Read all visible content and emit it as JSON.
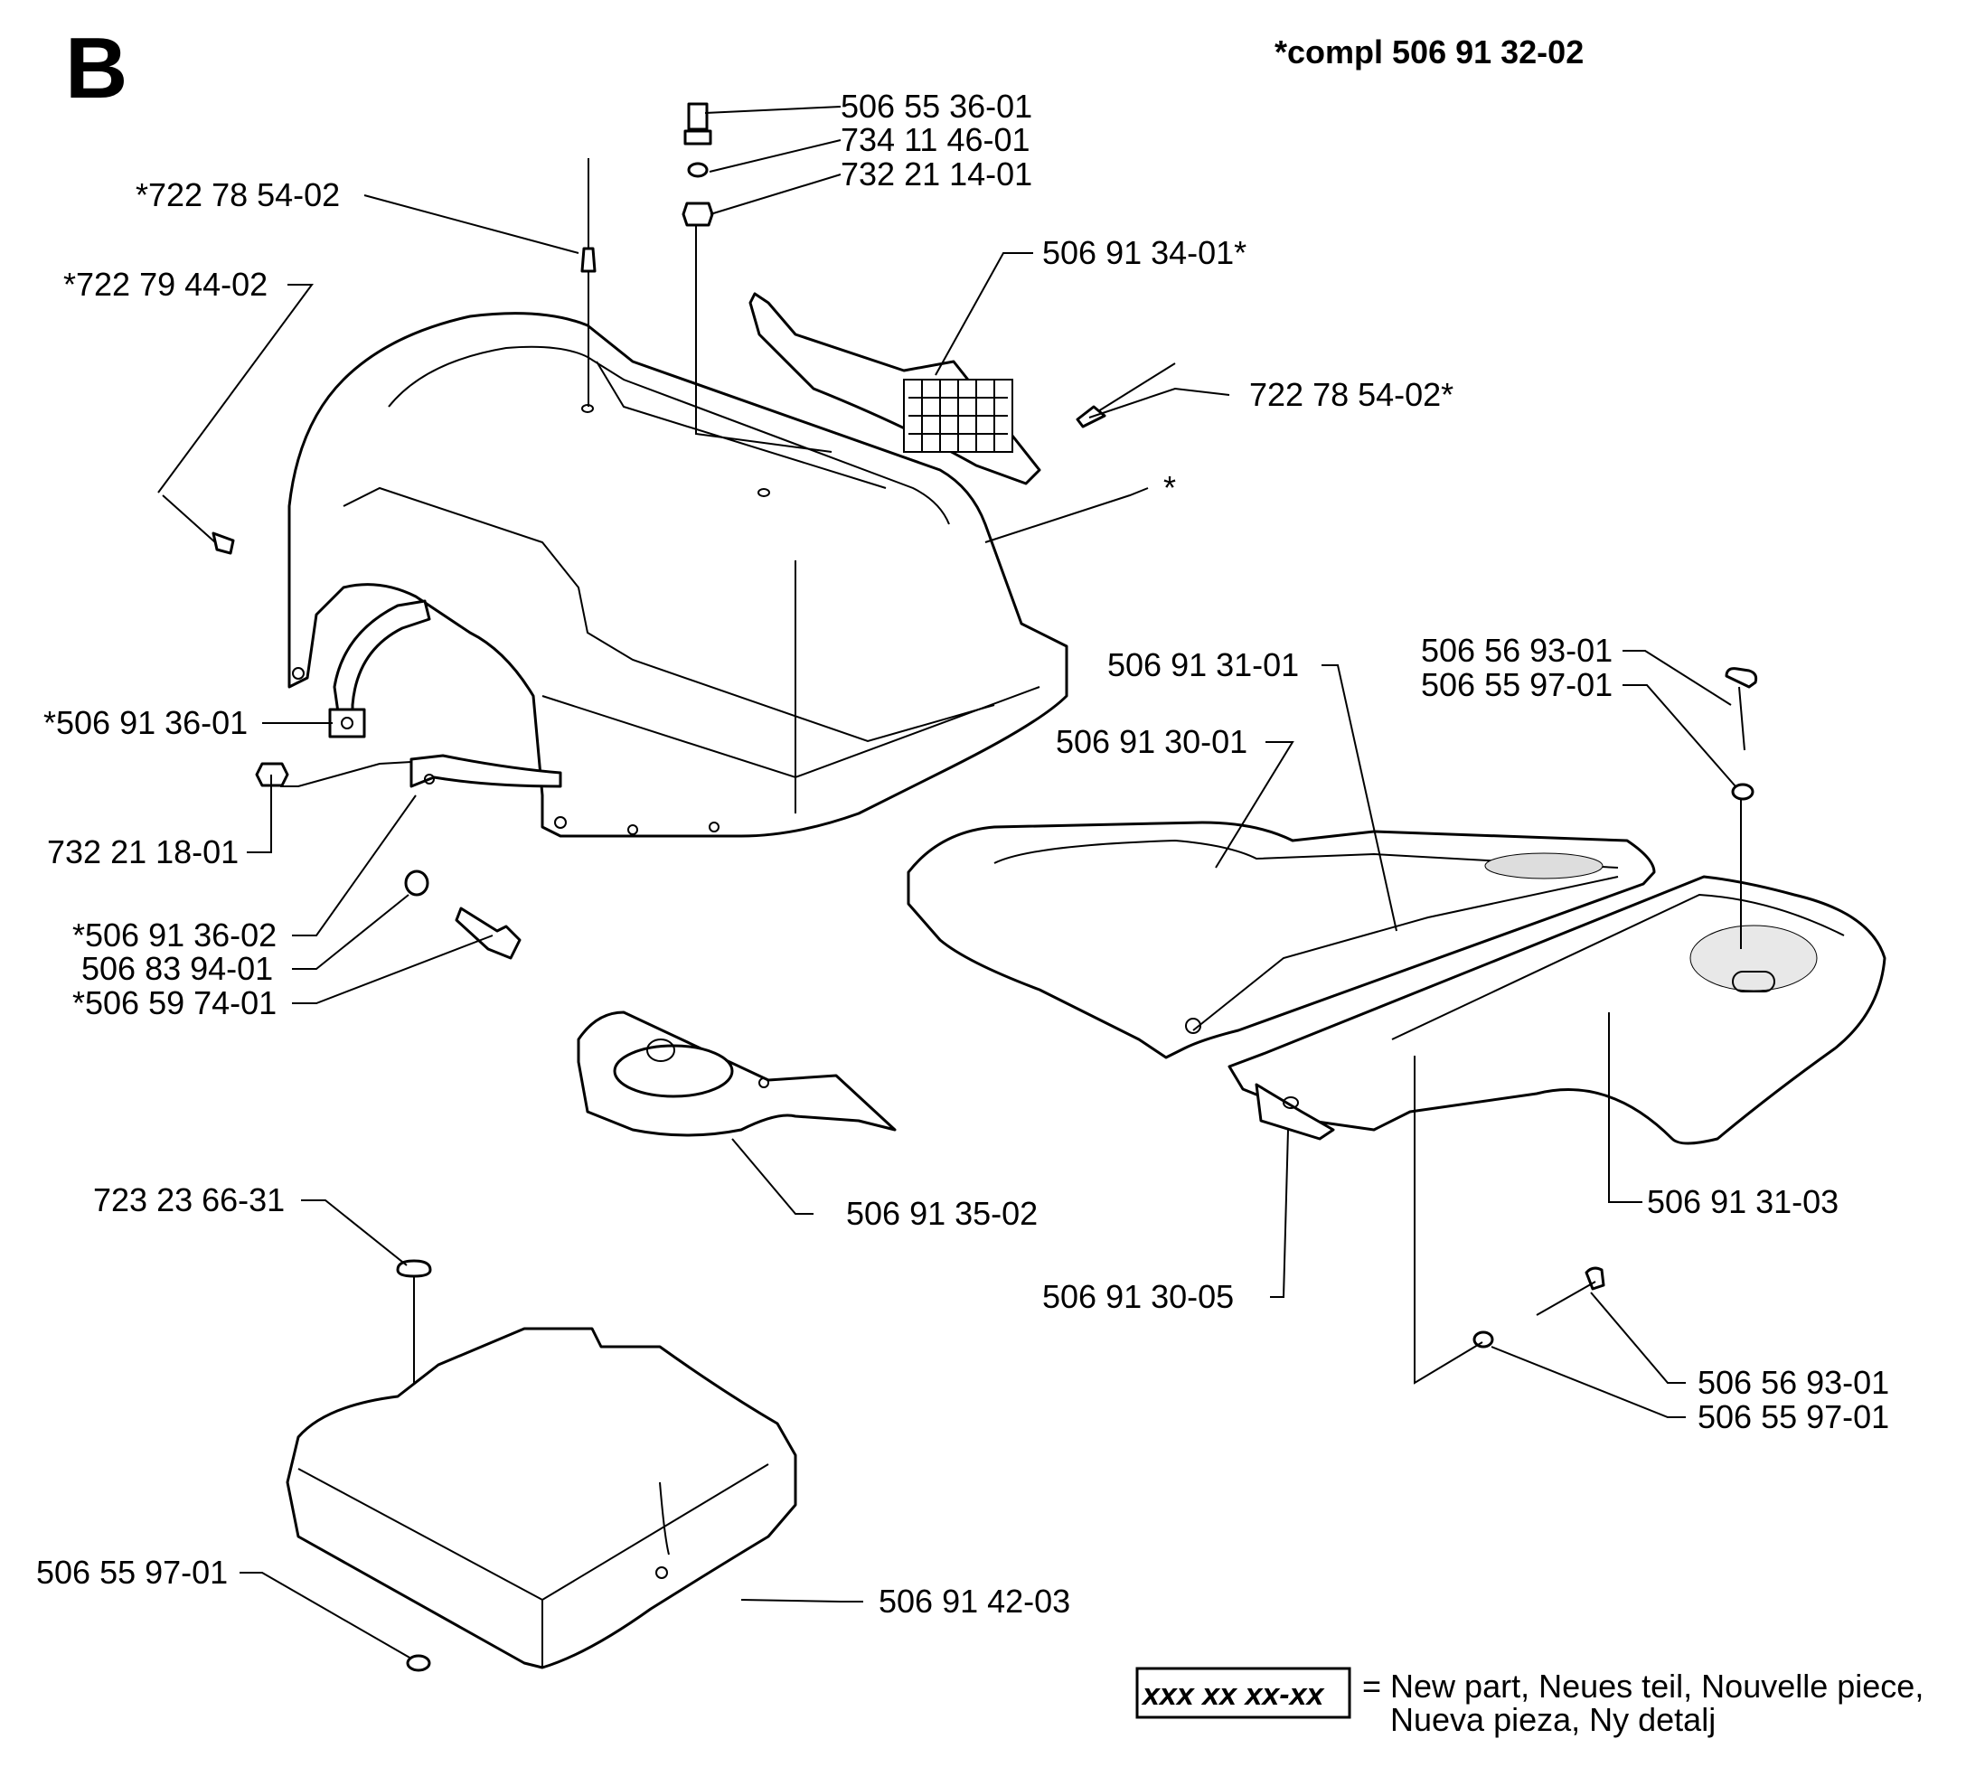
{
  "section_letter": "B",
  "complete_set": "*compl 506 91 32-02",
  "callouts": {
    "c1": "506 55 36-01",
    "c2": "734 11 46-01",
    "c3": "732 21 14-01",
    "c4": "*722 78 54-02",
    "c5": "*722 79 44-02",
    "c6": "506 91 34-01*",
    "c7": "722 78 54-02*",
    "c8": "*",
    "c9": "*506 91 36-01",
    "c10": "732 21 18-01",
    "c11": "*506 91 36-02",
    "c12": "506 83 94-01",
    "c13": "*506 59 74-01",
    "c14": "506 91 31-01",
    "c15": "506 91 30-01",
    "c16": "506 56 93-01",
    "c17": "506 55 97-01",
    "c18": "506 91 35-02",
    "c19": "506 91 31-03",
    "c20": "506 91 30-05",
    "c21": "723 23 66-31",
    "c22": "506 56 93-01",
    "c23": "506 55 97-01",
    "c24": "506 55 97-01",
    "c25": "506 91 42-03"
  },
  "legend": {
    "key": "xxx xx xx-xx",
    "line1": "= New part, Neues teil, Nouvelle piece,",
    "line2": "Nueva pieza, Ny detalj"
  }
}
